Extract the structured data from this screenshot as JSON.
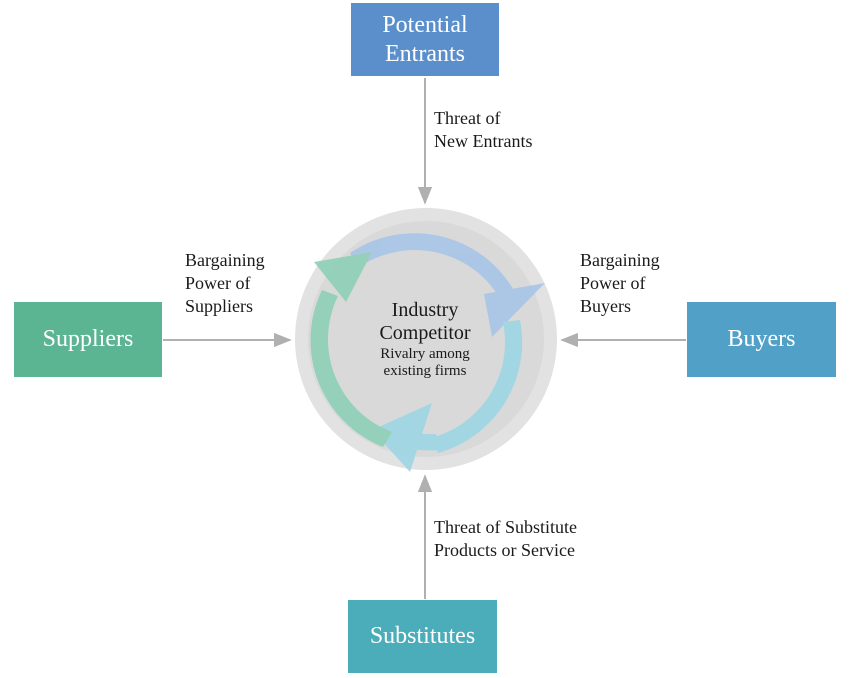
{
  "forces": {
    "top": {
      "lines": [
        "Potential",
        "Entrants"
      ],
      "color": "#5b8fcc"
    },
    "left": {
      "lines": [
        "Suppliers"
      ],
      "color": "#5bb592"
    },
    "right": {
      "lines": [
        "Buyers"
      ],
      "color": "#50a0c8"
    },
    "bottom": {
      "lines": [
        "Substitutes"
      ],
      "color": "#4aadb9"
    }
  },
  "arrow_labels": {
    "top": [
      "Threat of",
      "New Entrants"
    ],
    "left": [
      "Bargaining",
      "Power of",
      "Suppliers"
    ],
    "right": [
      "Bargaining",
      "Power of",
      "Buyers"
    ],
    "bottom": [
      "Threat of Substitute",
      "Products or Service"
    ]
  },
  "center": {
    "title": [
      "Industry",
      "Competitor"
    ],
    "subtitle": [
      "Rivalry among",
      "existing firms"
    ]
  },
  "colors": {
    "connector": "#b0b0b0",
    "ring_outer": "#e2e2e2",
    "ring_inner": "#d6d6d6",
    "cycle_blue": "#a9c6e8",
    "cycle_cyan": "#9fd6e4",
    "cycle_green": "#8fd0b8"
  }
}
